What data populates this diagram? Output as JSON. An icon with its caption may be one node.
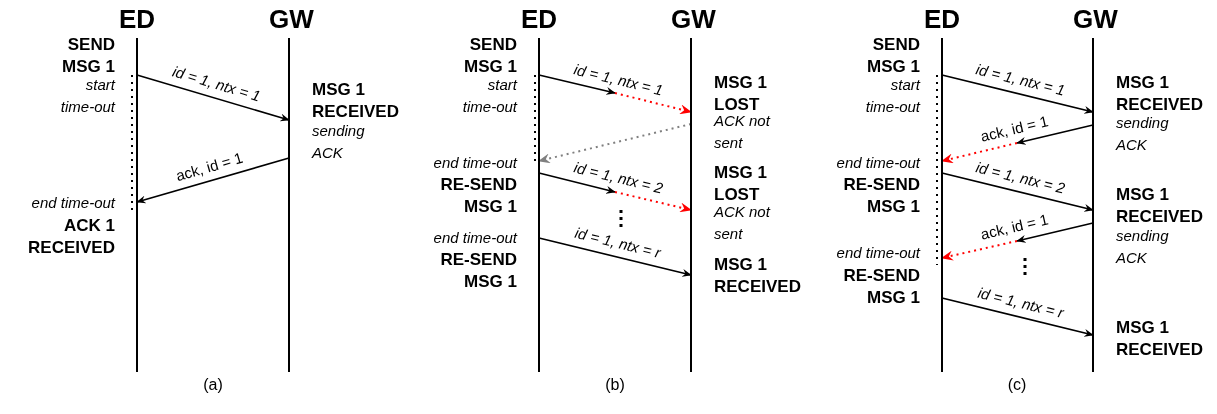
{
  "diagram": {
    "nodes": [
      {
        "text": [
          "ED"
        ]
      },
      {
        "text": [
          "GW"
        ]
      },
      {
        "text": [
          "ED"
        ]
      },
      {
        "text": [
          "GW"
        ]
      },
      {
        "text": [
          "ED"
        ]
      },
      {
        "text": [
          "GW"
        ]
      }
    ],
    "edges": [
      {
        "from": 0,
        "to": 1,
        "arrow": "to",
        "label": "id = 1, ntx = 1"
      },
      {
        "from": 1,
        "to": 0,
        "arrow": "to",
        "label": "ack, id = 1"
      },
      {
        "from": 2,
        "to": null,
        "arrow": "to",
        "label": "id = 1, ntx = 1"
      },
      {
        "from": null,
        "to": 3,
        "arrow": "to",
        "style": "dashed",
        "color": "#ff0000"
      },
      {
        "from": 3,
        "to": 2,
        "arrow": "to",
        "style": "dashed",
        "color": "#808080"
      },
      {
        "from": 2,
        "to": null,
        "arrow": "to",
        "label": "id = 1, ntx = 2"
      },
      {
        "from": null,
        "to": 3,
        "arrow": "to",
        "style": "dashed",
        "color": "#ff0000"
      },
      {
        "from": 2,
        "to": 3,
        "arrow": "to",
        "label": "id = 1, ntx = r"
      },
      {
        "from": 4,
        "to": 5,
        "arrow": "to",
        "label": "id = 1, ntx = 1"
      },
      {
        "from": 5,
        "to": null,
        "arrow": "to",
        "label": "ack, id = 1"
      },
      {
        "from": null,
        "to": 4,
        "arrow": "to",
        "style": "dashed",
        "color": "#ff0000"
      },
      {
        "from": 4,
        "to": 5,
        "arrow": "to",
        "label": "id = 1, ntx = 2"
      },
      {
        "from": 5,
        "to": null,
        "arrow": "to",
        "label": "ack, id = 1"
      },
      {
        "from": null,
        "to": 4,
        "arrow": "to",
        "style": "dashed",
        "color": "#ff0000"
      },
      {
        "from": 4,
        "to": 5,
        "arrow": "to",
        "label": "id = 1, ntx = r"
      }
    ],
    "labels": [
      "SEND MSG 1",
      "start time-out",
      "MSG 1 RECEIVED",
      "sending ACK",
      "end time-out",
      "ACK 1 RECEIVED",
      "(a)",
      "SEND MSG 1",
      "start time-out",
      "MSG 1 LOST",
      "ACK not sent",
      "end time-out",
      "RE-SEND MSG 1",
      "MSG 1 LOST",
      "ACK not sent",
      "end time-out",
      "RE-SEND MSG 1",
      "MSG 1 RECEIVED",
      "(b)",
      "SEND MSG 1",
      "start time-out",
      "MSG 1 RECEIVED",
      "sending ACK",
      "end time-out",
      "RE-SEND MSG 1",
      "MSG 1 RECEIVED",
      "sending ACK",
      "end time-out",
      "RE-SEND MSG 1",
      "MSG 1 RECEIVED",
      "(c)"
    ]
  }
}
